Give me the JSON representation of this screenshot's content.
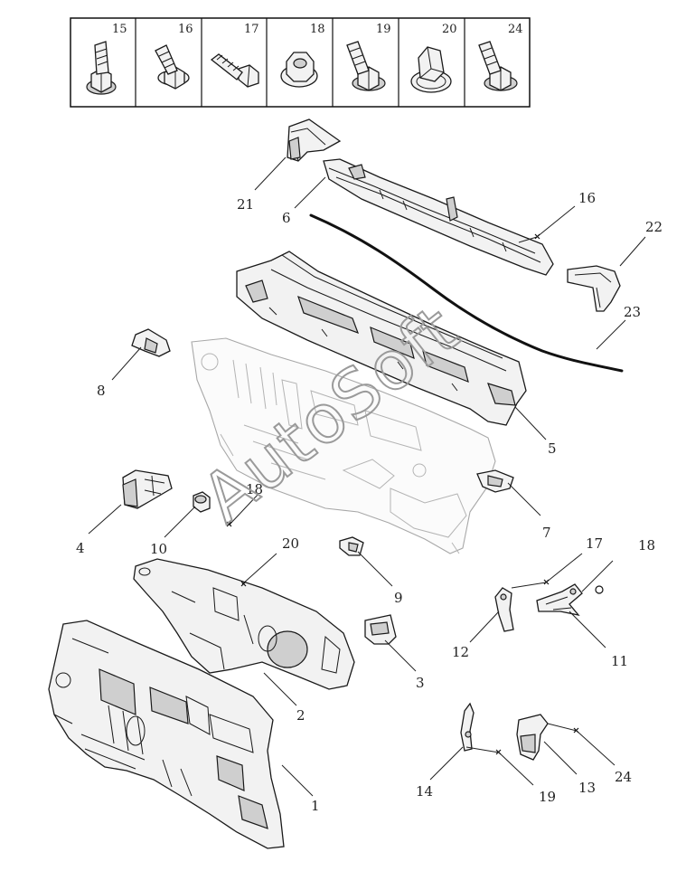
{
  "fastener_box": {
    "items": [
      {
        "num": "15",
        "icon": "flange-bolt-with-washer-icon"
      },
      {
        "num": "16",
        "icon": "flange-bolt-icon"
      },
      {
        "num": "17",
        "icon": "hex-bolt-icon"
      },
      {
        "num": "18",
        "icon": "flange-nut-icon"
      },
      {
        "num": "19",
        "icon": "flange-bolt-with-washer-icon"
      },
      {
        "num": "20",
        "icon": "clip-nut-icon"
      },
      {
        "num": "24",
        "icon": "flange-bolt-with-washer-icon"
      }
    ]
  },
  "callouts": {
    "c1": "1",
    "c2": "2",
    "c3": "3",
    "c4": "4",
    "c5": "5",
    "c6": "6",
    "c7": "7",
    "c8": "8",
    "c9": "9",
    "c10": "10",
    "c11": "11",
    "c12": "12",
    "c13": "13",
    "c14": "14",
    "c16": "16",
    "c17": "17",
    "c18a": "18",
    "c18b": "18",
    "c19": "19",
    "c20": "20",
    "c21": "21",
    "c22": "22",
    "c23": "23",
    "c24": "24"
  },
  "watermark": "AutoSoft"
}
